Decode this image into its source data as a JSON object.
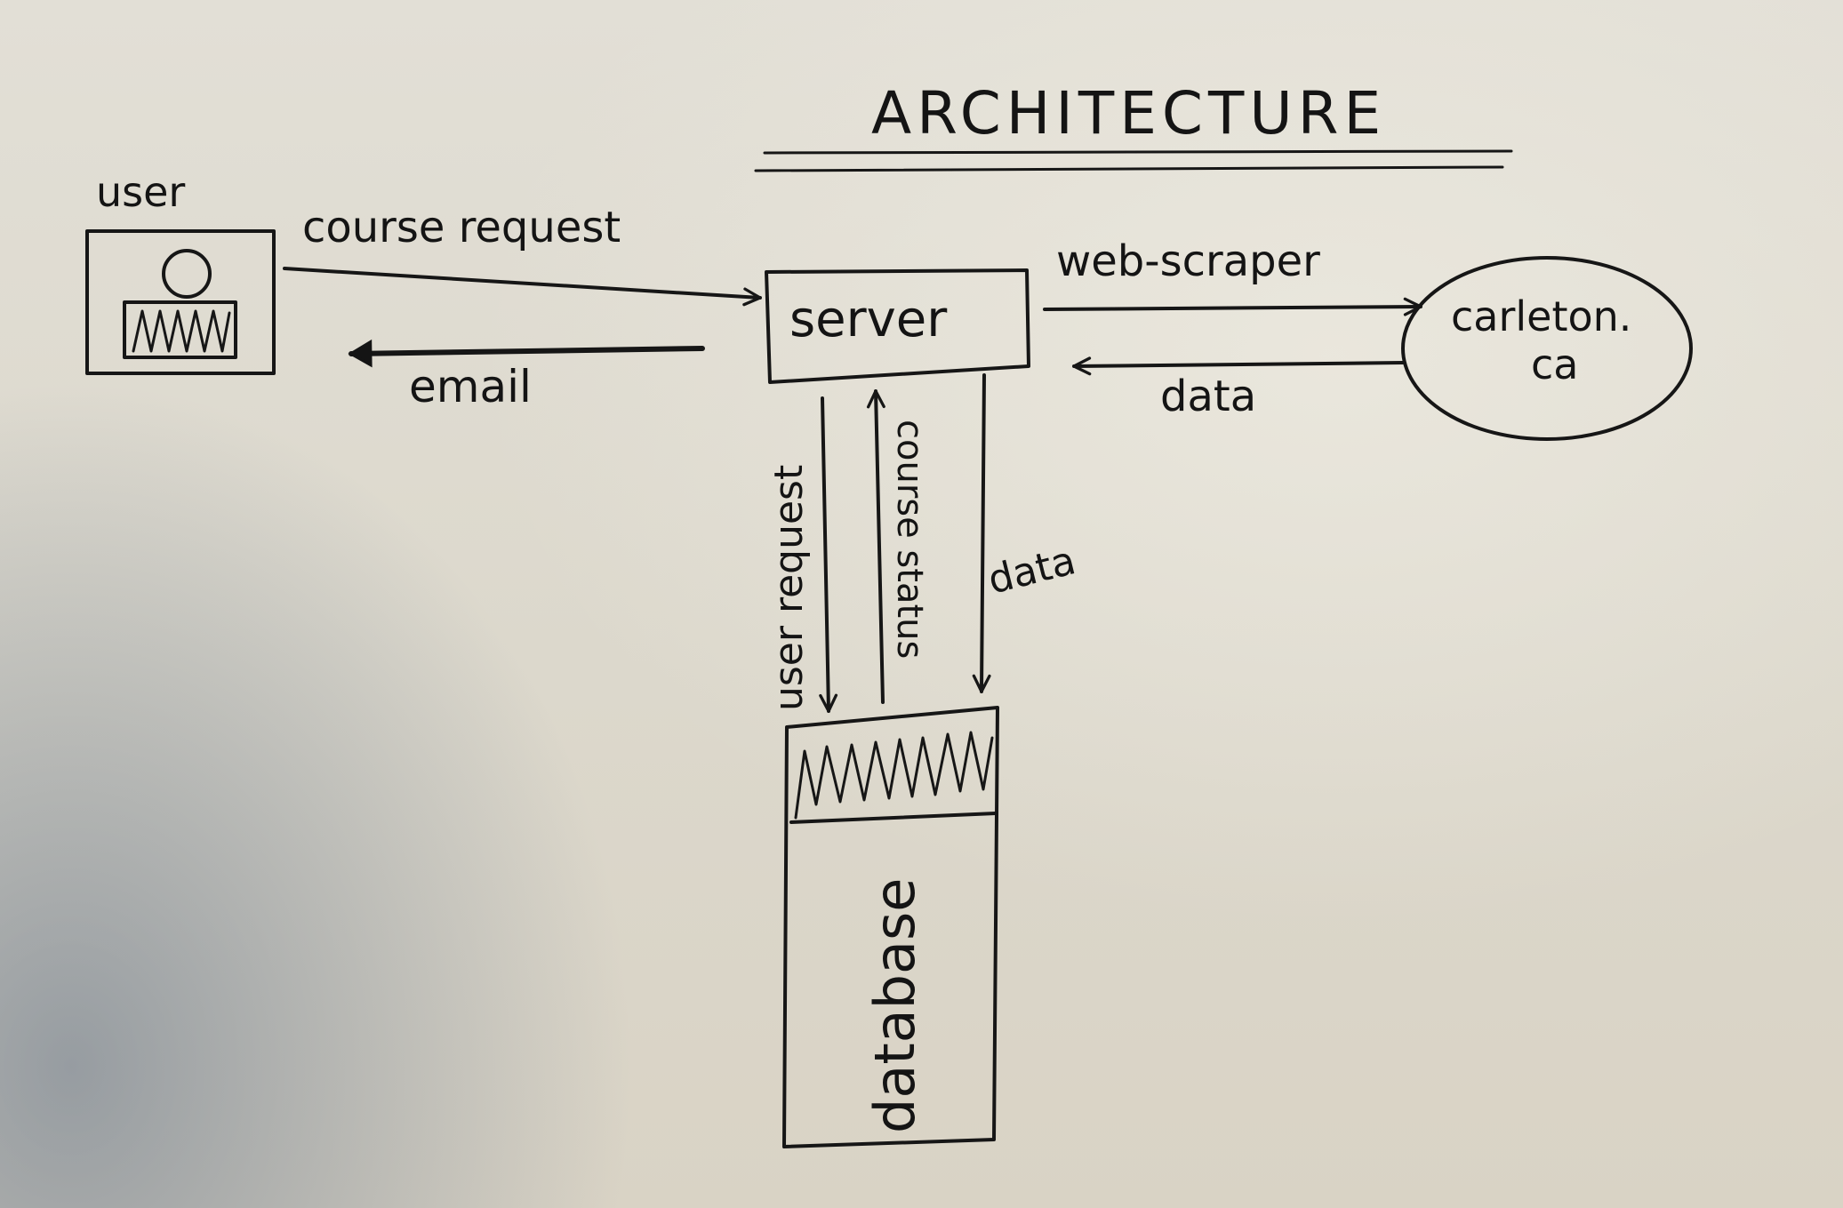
{
  "diagram": {
    "title": "ARCHITECTURE",
    "nodes": {
      "user": "user",
      "server": "server",
      "carleton_line1": "carleton.",
      "carleton_line2": "ca",
      "database": "database"
    },
    "edges": {
      "course_request": "course request",
      "email": "email",
      "web_scraper": "web-scraper",
      "data_from_site": "data",
      "user_request": "user request",
      "course_status": "course status",
      "data_to_db": "data"
    }
  }
}
